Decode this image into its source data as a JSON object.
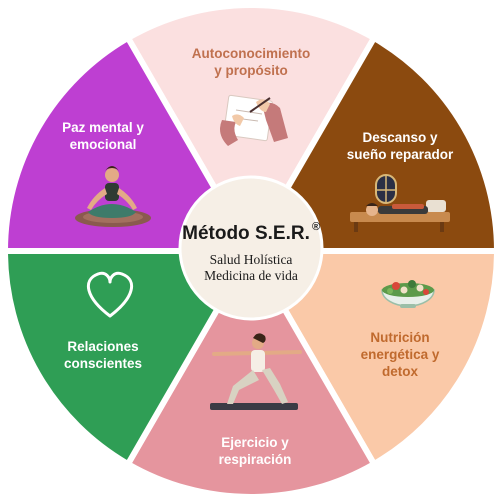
{
  "center": {
    "title": "Método S.E.R.",
    "registered": "®",
    "line1": "Salud Holística",
    "line2": "Medicina de vida"
  },
  "segments": [
    {
      "id": "autoconocimiento",
      "line1": "Autoconocimiento",
      "line2": "y propósito",
      "fill": "#FBE0E0",
      "text_color": "#C0714F",
      "icon": "writing-hand-icon"
    },
    {
      "id": "descanso",
      "line1": "Descanso y",
      "line2": "sueño reparador",
      "fill": "#8B4A0F",
      "text_color": "#FFFFFF",
      "icon": "sleeping-person-icon"
    },
    {
      "id": "nutricion",
      "line1": "Nutrición",
      "line2": "energética y",
      "line3": "detox",
      "fill": "#FAC9A8",
      "text_color": "#C06A2E",
      "icon": "salad-bowl-icon"
    },
    {
      "id": "ejercicio",
      "line1": "Ejercicio y",
      "line2": "respiración",
      "fill": "#E5959E",
      "text_color": "#FFFFFF",
      "icon": "yoga-pose-icon"
    },
    {
      "id": "relaciones",
      "line1": "Relaciones",
      "line2": "conscientes",
      "fill": "#2F9E55",
      "text_color": "#FFFFFF",
      "icon": "heart-outline-icon"
    },
    {
      "id": "paz",
      "line1": "Paz mental y",
      "line2": "emocional",
      "fill": "#BE3FD2",
      "text_color": "#FFFFFF",
      "icon": "meditation-icon"
    }
  ],
  "colors": {
    "center_fill": "#F6EFE6",
    "divider": "#FFFFFF"
  }
}
